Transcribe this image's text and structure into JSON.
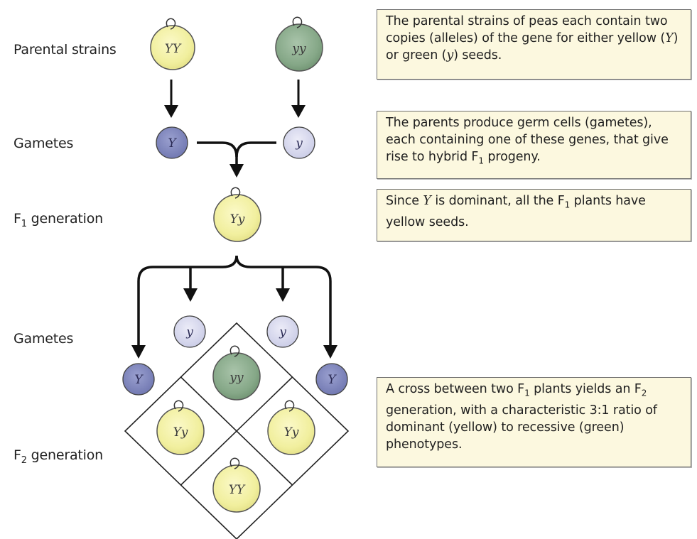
{
  "rows": {
    "parental_strains": "Parental strains",
    "gametes_top": "Gametes",
    "f1_generation_prefix": "F",
    "f1_generation_sub": "1",
    "f1_generation_suffix": " generation",
    "gametes_bottom": "Gametes",
    "f2_generation_prefix": "F",
    "f2_generation_sub": "2",
    "f2_generation_suffix": " generation"
  },
  "peas": {
    "parent_yellow": "YY",
    "parent_green": "yy",
    "gamete_dominant": "Y",
    "gamete_recessive": "y",
    "f1": "Yy",
    "f2_top": "yy",
    "f2_left": "Yy",
    "f2_right": "Yy",
    "f2_bottom": "YY",
    "f1_gamete_left_outer": "Y",
    "f1_gamete_left_inner": "y",
    "f1_gamete_right_inner": "y",
    "f1_gamete_right_outer": "Y"
  },
  "notes": {
    "note1": {
      "t1": "The parental strains of peas each contain two copies (alleles) of the gene for either yellow (",
      "y_dom": "Y",
      "t2": ") or green (",
      "y_rec": "y",
      "t3": ") seeds."
    },
    "note2": {
      "t1": "The parents produce germ cells (gametes), each containing one of these genes, that give rise to hybrid F",
      "sub": "1",
      "t2": " progeny."
    },
    "note3": {
      "t1": "Since ",
      "y_dom": "Y",
      "t2": " is dominant, all the F",
      "sub": "1",
      "t3": " plants have yellow seeds."
    },
    "note4": {
      "t1": "A cross between two F",
      "sub1": "1",
      "t2": " plants yields an F",
      "sub2": "2",
      "t3": " generation, with a characteristic 3:1 ratio of dominant (yellow) to recessive (green) phenotypes."
    }
  },
  "colors": {
    "yellow_pea": "#f2f0a0",
    "green_pea": "#86a888",
    "dominant_gamete": "#7f86bd",
    "recessive_gamete": "#d7d8ee",
    "note_fill": "#fcf8df",
    "arrow": "#111111"
  }
}
